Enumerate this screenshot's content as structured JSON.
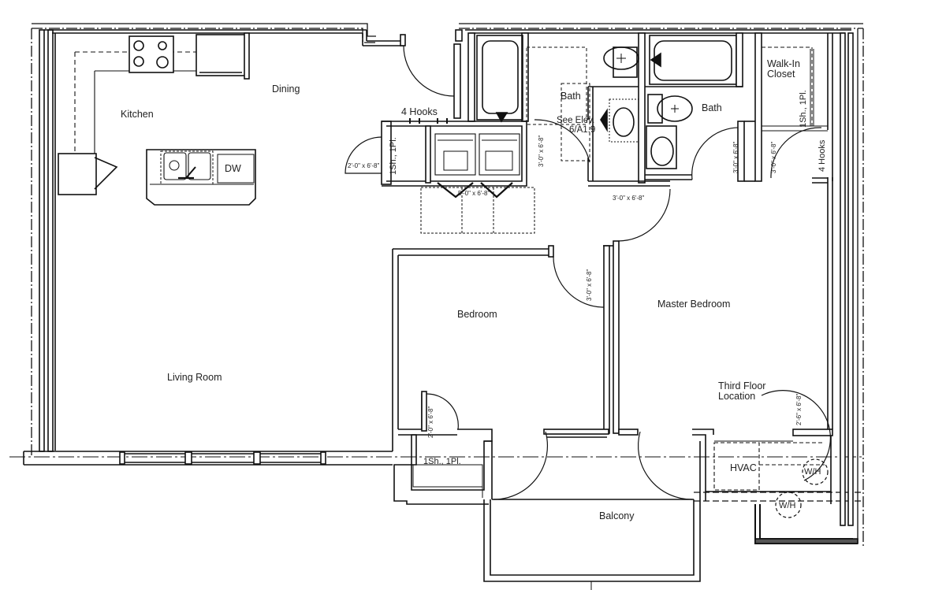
{
  "rooms": {
    "kitchen": "Kitchen",
    "dining": "Dining",
    "living_room": "Living Room",
    "bedroom": "Bedroom",
    "master_bedroom": "Master Bedroom",
    "bath_1": "Bath",
    "bath_2": "Bath",
    "walk_in_closet_line1": "Walk-In",
    "walk_in_closet_line2": "Closet",
    "balcony": "Balcony",
    "third_floor_line1": "Third Floor",
    "third_floor_line2": "Location"
  },
  "fixtures": {
    "dishwasher": "DW",
    "hvac": "HVAC",
    "water_heater_1": "W/H",
    "water_heater_2": "W/H",
    "four_hooks_top": "4 Hooks",
    "four_hooks_side": "4 Hooks",
    "shelf_entry": "1Sh., 1Pl.",
    "shelf_walkin": "1Sh., 1Pl.",
    "shelf_bedroom": "1Sh., 1Pl.",
    "see_elev_line1": "See Elev.",
    "see_elev_line2": "6/A1.9"
  },
  "doors": {
    "entry_closet": "2'-0\" x 6'-8\"",
    "laundry_bifold": "5'-0\" x 6'-8\"",
    "bath_pocket": "3'-0\" x 6'-8\"",
    "hall_bottom": "3'-0\" x 6'-8\"",
    "bedroom_door": "3'-0\" x 6'-8\"",
    "master_bath": "3'-0\" x 6'-8\"",
    "walkin_closet": "3'-0\" x 6'-8\"",
    "bedroom_closet": "2'-0\" x 6'-8\"",
    "mech_closet": "2'-6\" x 6'-8\""
  }
}
